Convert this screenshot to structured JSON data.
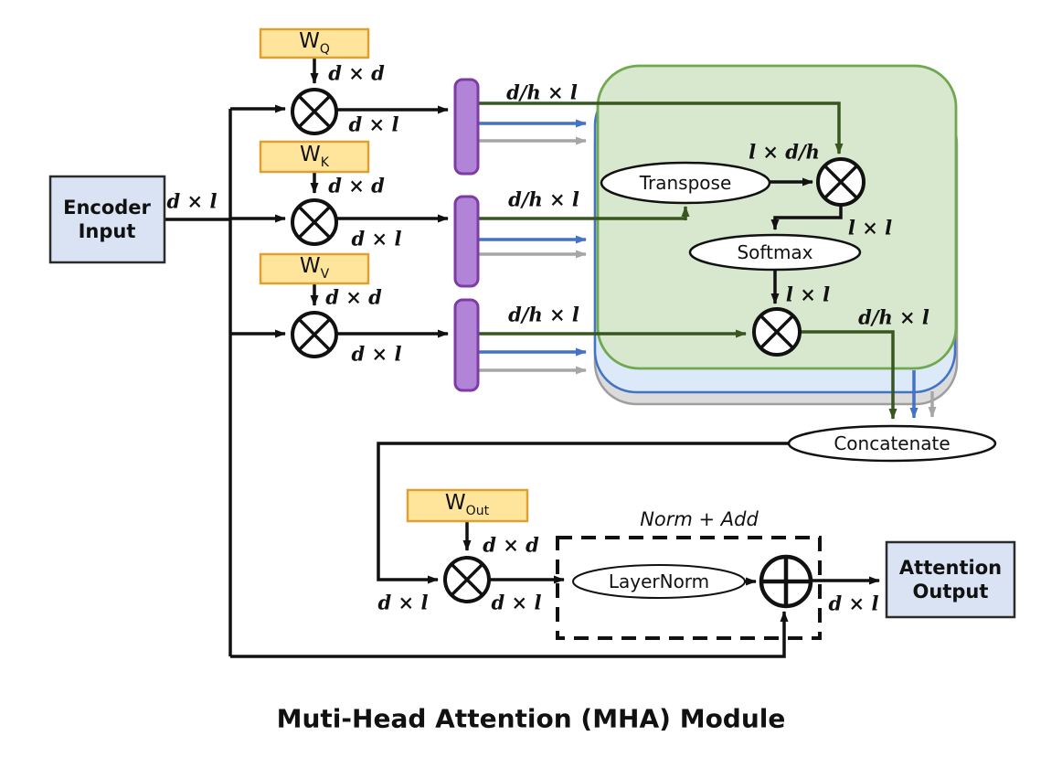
{
  "title": "Muti-Head Attention (MHA) Module",
  "nodes": {
    "encoder_input": {
      "line1": "Encoder",
      "line2": "Input"
    },
    "attention_output": {
      "line1": "Attention",
      "line2": "Output"
    },
    "transpose": "Transpose",
    "softmax": "Softmax",
    "concatenate": "Concatenate",
    "layernorm": "LayerNorm",
    "norm_add": "Norm + Add"
  },
  "weights": {
    "q": {
      "main": "W",
      "sub": "Q"
    },
    "k": {
      "main": "W",
      "sub": "K"
    },
    "v": {
      "main": "W",
      "sub": "V"
    },
    "out": {
      "main": "W",
      "sub": "Out"
    }
  },
  "dims": {
    "encoder_out": "d × l",
    "wq": "d × d",
    "q_out": "d × l",
    "wk": "d × d",
    "k_out": "d × l",
    "wv": "d × d",
    "v_out": "d × l",
    "q_head": "d/h × l",
    "k_head": "d/h × l",
    "v_head": "d/h × l",
    "transpose_out": "l × d/h",
    "scores": "l × l",
    "softmax_out": "l × l",
    "head_out": "d/h × l",
    "wout": "d × d",
    "concat_out": "d × l",
    "proj_out": "d × l",
    "final_out": "d × l"
  },
  "colors": {
    "weight-fill": "#FFE59B",
    "weight-border": "#DFA032",
    "io-fill": "#DAE3F3",
    "io-border": "#2b2b2b",
    "purple-fill": "#B284D8",
    "purple-border": "#7D3CA3",
    "green-fill": "#D7E8CF",
    "green-border": "#6FA84F",
    "blue-fill": "#DCE9F8",
    "blue-border": "#4472C4",
    "gray-fill": "#DBDBDB",
    "gray-border": "#9E9E9E",
    "arrow-green": "#38561F",
    "arrow-blue": "#4472C4",
    "arrow-gray": "#A6A6A6",
    "arrow-black": "#111111"
  }
}
